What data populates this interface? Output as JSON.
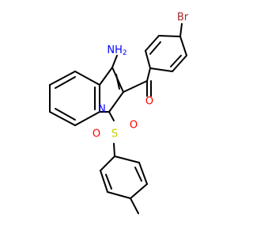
{
  "molecule": {
    "atoms": [
      {
        "id": "nh2",
        "label": "NH",
        "subscript": "2",
        "color": "#0000ff"
      },
      {
        "id": "br",
        "label": "Br",
        "color": "#a52a2a"
      },
      {
        "id": "n1",
        "label": "N",
        "color": "#0000ff"
      },
      {
        "id": "o_ketone",
        "label": "O",
        "color": "#ff0000"
      },
      {
        "id": "s",
        "label": "S",
        "color": "#cccc00"
      },
      {
        "id": "o_s1",
        "label": "O",
        "color": "#ff0000"
      },
      {
        "id": "o_s2",
        "label": "O",
        "color": "#ff0000"
      }
    ]
  }
}
